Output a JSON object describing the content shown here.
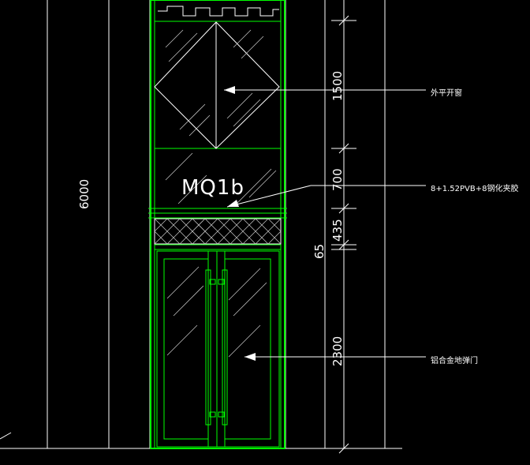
{
  "drawing": {
    "tag": "MQ1b",
    "dimensions": {
      "overall": "6000",
      "upper_window": "1500",
      "fixed_panel": "700",
      "transom": "435",
      "gap": "65",
      "door": "2300"
    },
    "annotations": {
      "window": "外平开窗",
      "glass": "8+1.52PVB+8钢化夹胶",
      "door": "铝合金地弹门"
    },
    "colors": {
      "background": "#000000",
      "frame": "#00ff00",
      "lines": "#ffffff"
    }
  }
}
